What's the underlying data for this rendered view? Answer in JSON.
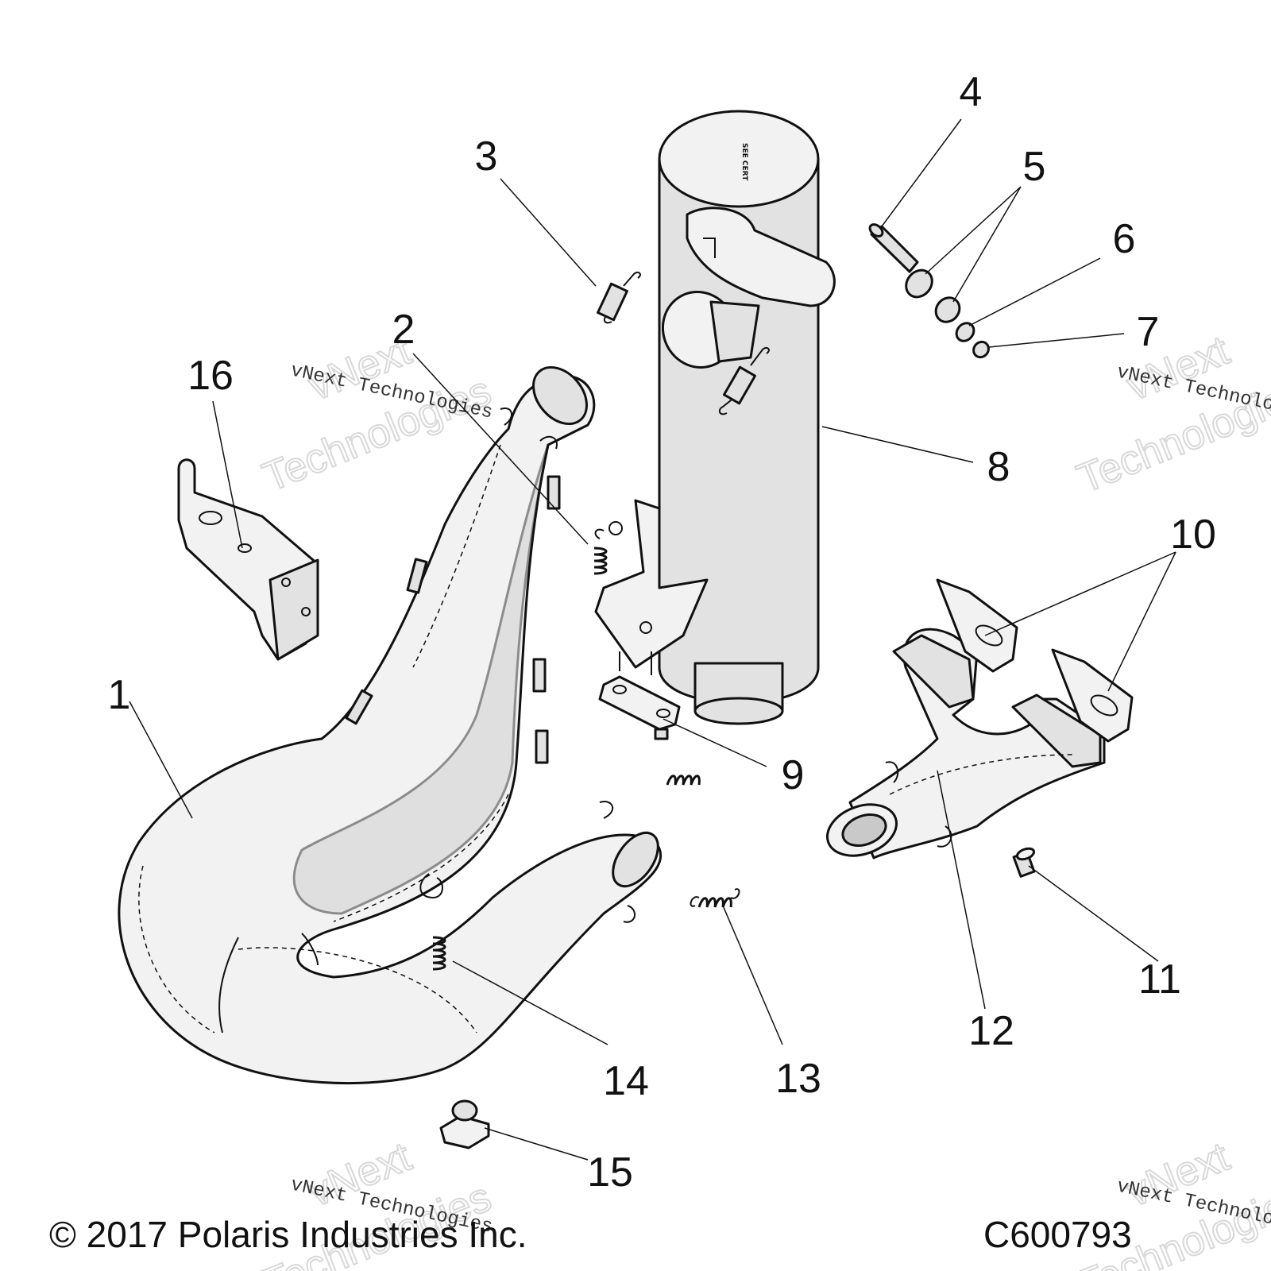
{
  "callouts": [
    "1",
    "2",
    "3",
    "4",
    "5",
    "6",
    "7",
    "8",
    "9",
    "10",
    "11",
    "12",
    "13",
    "14",
    "15",
    "16"
  ],
  "watermark": {
    "line1": "vNext",
    "line2": "Technologies",
    "caption": "vNext Technologies"
  },
  "footer": {
    "copyright": "© 2017 Polaris Industries Inc.",
    "code": "C600793"
  }
}
